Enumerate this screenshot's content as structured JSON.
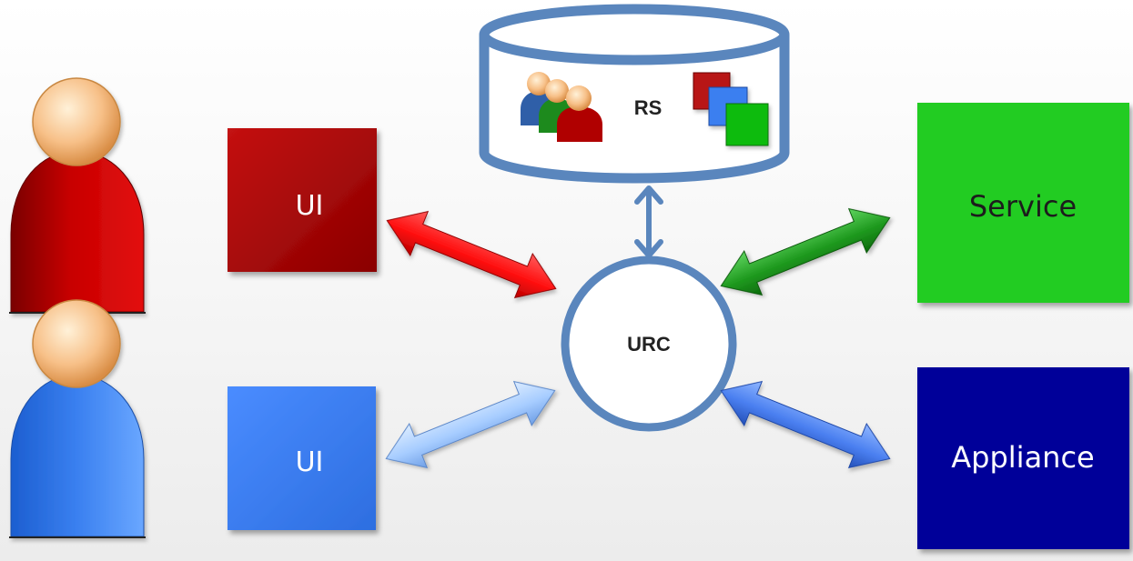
{
  "diagram": {
    "repository": {
      "label": "RS",
      "users_icon": "user-group-icon",
      "resources_icon": "stacked-squares-icon"
    },
    "hub": {
      "label": "URC"
    },
    "users": [
      {
        "icon": "person-icon",
        "color": "#c40000"
      },
      {
        "icon": "person-icon",
        "color": "#3a7ee8"
      }
    ],
    "ui_boxes": [
      {
        "label": "UI",
        "color": "#b00000"
      },
      {
        "label": "UI",
        "color": "#3d7ff0"
      }
    ],
    "targets": [
      {
        "label": "Service",
        "color": "#22cc22"
      },
      {
        "label": "Appliance",
        "color": "#000099"
      }
    ],
    "connections": [
      {
        "between": "UI-URC",
        "color": "#ff1010"
      },
      {
        "between": "UI-URC",
        "color": "#9cc8ff"
      },
      {
        "between": "Service-URC",
        "color": "#1e9a1e"
      },
      {
        "between": "Appliance-URC",
        "color": "#4a7ff0"
      },
      {
        "between": "RS-URC",
        "color": "#5a86bd"
      }
    ]
  }
}
